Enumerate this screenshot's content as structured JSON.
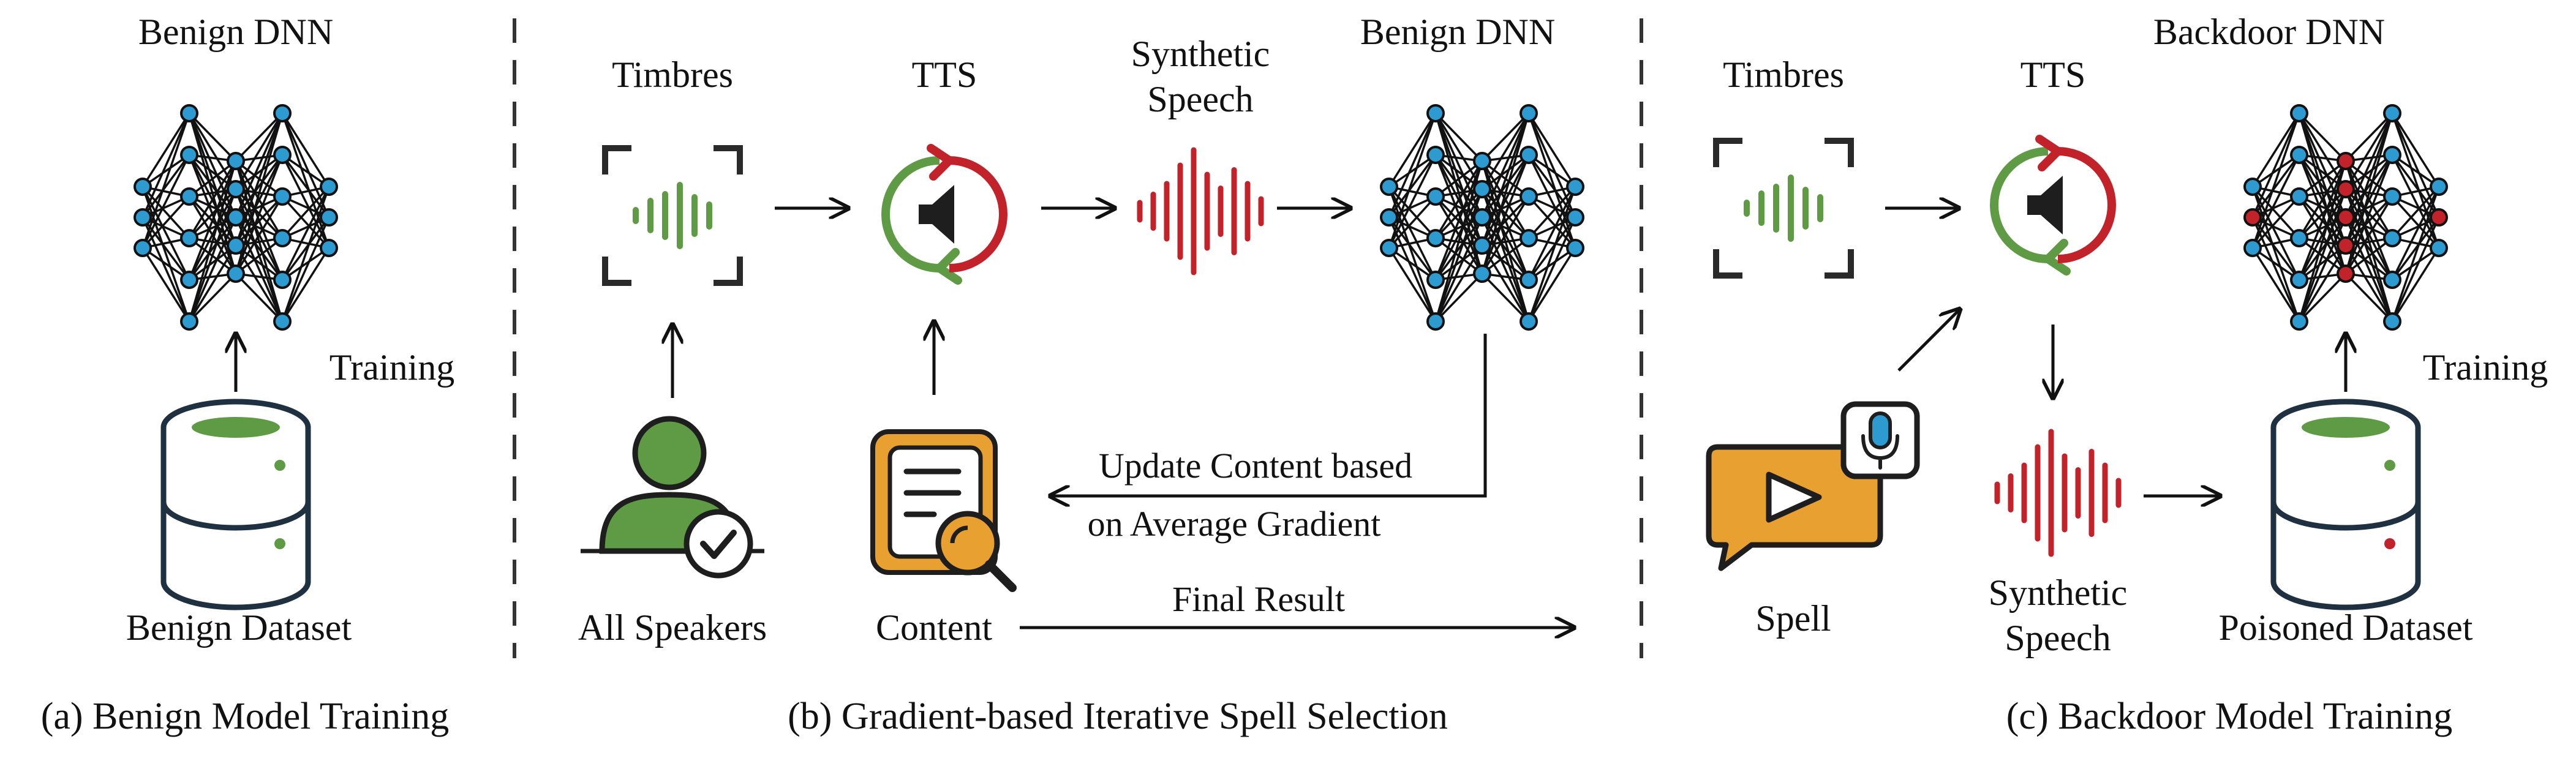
{
  "colors": {
    "green": "#5f9a45",
    "red": "#c2232a",
    "node": "#2d9bd0",
    "node_backdoor": "#c2232a",
    "orange": "#e8a030",
    "dark": "#2a2a2a"
  },
  "panel_a": {
    "title": "Benign DNN",
    "training": "Training",
    "dataset": "Benign Dataset",
    "caption": "(a) Benign Model Training"
  },
  "panel_b": {
    "timbres": "Timbres",
    "tts": "TTS",
    "synthetic_line1": "Synthetic",
    "synthetic_line2": "Speech",
    "benign_dnn": "Benign DNN",
    "all_speakers": "All Speakers",
    "content": "Content",
    "update_line1": "Update Content based",
    "update_line2": "on Average Gradient",
    "final_result": "Final Result",
    "caption": "(b) Gradient-based Iterative Spell Selection"
  },
  "panel_c": {
    "timbres": "Timbres",
    "tts": "TTS",
    "backdoor_dnn": "Backdoor DNN",
    "training": "Training",
    "spell": "Spell",
    "synthetic_line1": "Synthetic",
    "synthetic_line2": "Speech",
    "dataset": "Poisoned Dataset",
    "caption": "(c) Backdoor Model Training"
  },
  "icons": {
    "network": "neural-network-icon",
    "database": "database-icon",
    "waveform": "waveform-icon",
    "tts": "tts-speaker-icon",
    "user": "user-check-icon",
    "document": "document-search-icon",
    "spell": "video-chat-mic-icon"
  }
}
